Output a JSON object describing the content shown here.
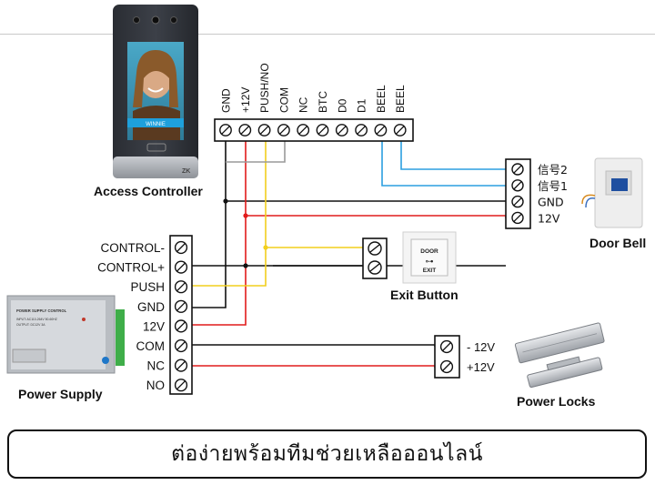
{
  "diagram": {
    "controller": {
      "caption": "Access Controller",
      "screen_text": "WINNIE",
      "brand": "ZK",
      "terminals": [
        "GND",
        "+12V",
        "PUSH/NO",
        "COM",
        "NC",
        "BTC",
        "D0",
        "D1",
        "BEEL",
        "BEEL"
      ]
    },
    "power_supply": {
      "caption": "Power Supply",
      "label_title": "POWER SUPPLY CONTROL",
      "label_input": "INPUT: AC110-264V 50-60HZ",
      "label_output": "OUTPUT: DC12V 3A",
      "terminals": [
        "CONTROL-",
        "CONTROL+",
        "PUSH",
        "GND",
        "12V",
        "COM",
        "NC",
        "NO"
      ]
    },
    "exit_button": {
      "caption": "Exit Button",
      "plate_top": "DOOR",
      "plate_bottom": "EXIT"
    },
    "door_bell": {
      "caption": "Door Bell",
      "terminals": [
        "信号2",
        "信号1",
        "GND",
        "12V"
      ]
    },
    "power_locks": {
      "caption": "Power Locks",
      "terminals": [
        "- 12V",
        "+12V"
      ]
    },
    "wire_colors": {
      "black": "#111111",
      "red": "#e11b1b",
      "yellow": "#f2cf1d",
      "blue": "#2b9fe0",
      "gray": "#9a9a9a"
    }
  },
  "banner": {
    "text": "ต่อง่ายพร้อมทีมช่วยเหลือออนไลน์"
  }
}
